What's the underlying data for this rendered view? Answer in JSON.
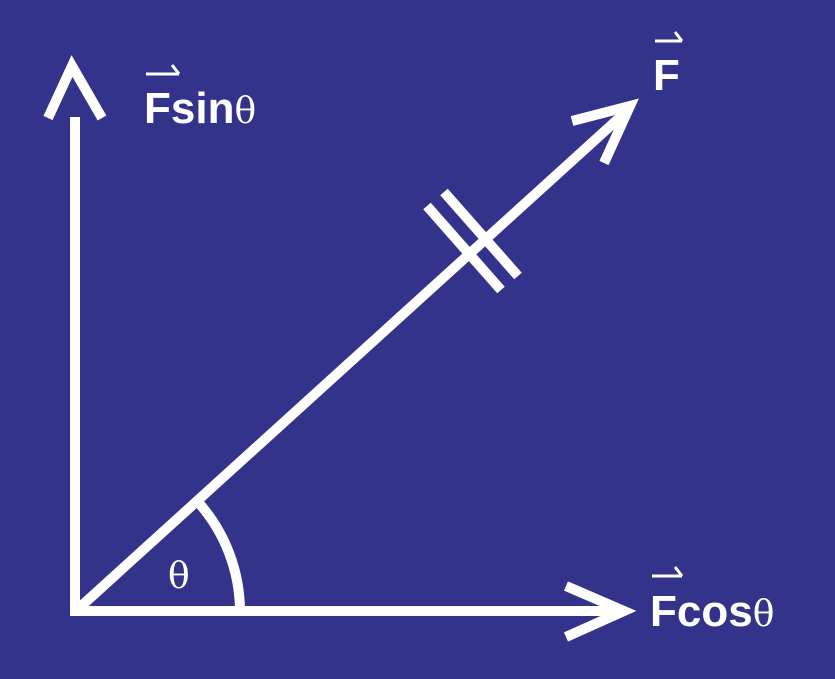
{
  "labels": {
    "vertical": {
      "vector": "F",
      "func": "sin",
      "angle": "θ"
    },
    "diagonal": {
      "vector": "F"
    },
    "horizontal": {
      "vector": "F",
      "func": "cos",
      "angle": "θ"
    },
    "angle": "θ"
  },
  "colors": {
    "background": "#34338c",
    "foreground": "#ffffff"
  }
}
